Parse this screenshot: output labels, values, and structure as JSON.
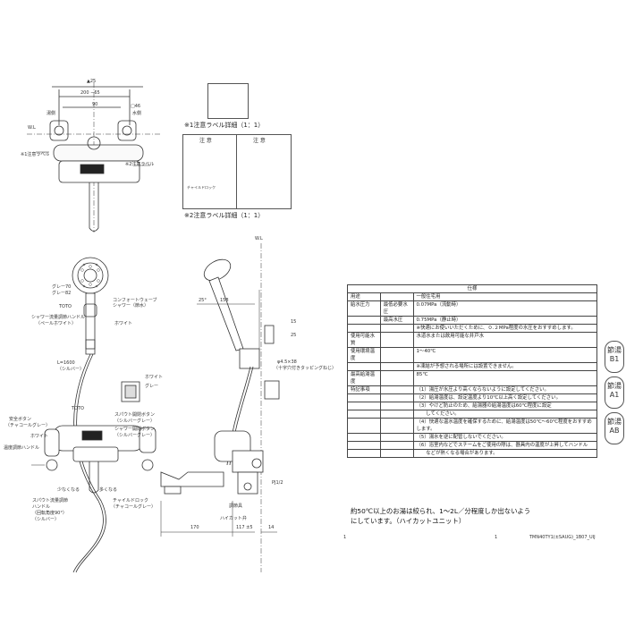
{
  "dims_top": {
    "d1": "▲25",
    "d2": "200 −65",
    "d3": "90",
    "d4": "□46",
    "wl": "W.L",
    "hot_side": "湯側",
    "cold_side": "水側",
    "label1": "※1注意ラベル",
    "label2": "※2注意ラベル"
  },
  "labels_section": {
    "title1": "※1注意ラベル詳細（1：1）",
    "title2": "※2注意ラベル詳細（1：1）",
    "caution_left": "注 意",
    "caution_right": "注 意",
    "child_lock": "チャイルドロック"
  },
  "shower_callouts": {
    "gray70": "グレー70",
    "gray82": "グレー82",
    "toto": "TOTO",
    "comfort": "コンフォートウェーブ",
    "shower_water": "シャワー（節水）",
    "flow_handle": "シャワー流量調節ハンドル",
    "pale_white": "（ペールホワイト）",
    "white": "ホワイト",
    "hose": "L=1600",
    "silver": "（シルバー）"
  },
  "side_dims": {
    "angle": "25°",
    "d158": "158",
    "d15": "15",
    "d25": "25",
    "screw": "φ4.5×38",
    "screw_note": "（十字穴付きタッピングねじ）",
    "wl": "W.L"
  },
  "color_chips": {
    "white": "ホワイト",
    "gray": "グレー"
  },
  "body_callouts": {
    "toto": "TOTO",
    "safety_button": "安全ボタン",
    "charcoal": "（チャコールグレー）",
    "white": "ホワイト",
    "temp_handle": "温度調節ハンドル",
    "less": "少なくなる",
    "more": "多くなる",
    "spout_btn": "スパウト開閉ボタン",
    "silver_gray": "（シルバーグレー）",
    "shower_btn": "シャワー開閉ボタン",
    "silver_gray2": "（シルバーグレー）",
    "spout_flow": "スパウト流量調節",
    "handle": "ハンドル",
    "rotation": "（回転角度90°）",
    "silver2": "（シルバー）",
    "child_lock": "チャイルドロック",
    "charcoal2": "（チャコールグレー）"
  },
  "bottom_dims": {
    "pj": "PJ1/2",
    "joint": "調節具",
    "hicut": "ハイカット弁",
    "d170": "170",
    "d117": "117 ±5",
    "d14": "14"
  },
  "spec_table": {
    "title": "仕様",
    "rows": [
      {
        "h1": "用途",
        "h2": "",
        "v": "一般住宅用"
      },
      {
        "h1": "給水圧力",
        "h2": "最低必要水圧",
        "v": "0.07MPa（流動時）"
      },
      {
        "h1": "",
        "h2": "最高水圧",
        "v": "0.75MPa（静止時）"
      },
      {
        "h1": "",
        "h2": "",
        "v": "※快適にお使いいただくために、０.２MPa程度の水圧をおすすめします。"
      },
      {
        "h1": "使用可能水質",
        "h2": "",
        "v": "水道水または飲用可能な井戸水"
      },
      {
        "h1": "使用環境温度",
        "h2": "",
        "v": "1～40℃"
      },
      {
        "h1": "",
        "h2": "",
        "v": "※凍結が予想される場所には設置できません。"
      },
      {
        "h1": "最高給湯温度",
        "h2": "",
        "v": "85℃"
      },
      {
        "h1": "特記事項",
        "h2": "",
        "v": "（1）湯圧が水圧より高くならないように設定してください。"
      },
      {
        "h1": "",
        "h2": "",
        "v": "（2）給湯温度は、設定温度より10℃以上高く設定してください。"
      },
      {
        "h1": "",
        "h2": "",
        "v": "（3）やけど防止のため、給湯器の給湯温度は60℃程度に設定"
      },
      {
        "h1": "",
        "h2": "",
        "v": "　　してください。"
      },
      {
        "h1": "",
        "h2": "",
        "v": "（4）快適な温水温度を確保するために、給湯温度は50℃～60℃程度をおすすめします。"
      },
      {
        "h1": "",
        "h2": "",
        "v": "（5）湯水を逆に配管しないでください。"
      },
      {
        "h1": "",
        "h2": "",
        "v": "（6）浴室内などでスチームをご使用の際は、器具内の温度が上昇してハンドル"
      },
      {
        "h1": "",
        "h2": "",
        "v": "　　などが熱くなる場合があります。"
      }
    ]
  },
  "bottom_note": {
    "line1": "約50℃以上のお湯は絞られ、1～2L／分程度しか出ないよう",
    "line2": "にしています。（ハイカットユニット）"
  },
  "badges": [
    {
      "line1": "節湯",
      "line2": "B1"
    },
    {
      "line1": "節湯",
      "line2": "A1"
    },
    {
      "line1": "節湯",
      "line2": "AB"
    }
  ],
  "footer": {
    "p1": "1",
    "p2": "1",
    "code": "TMN40TY1(±SAUG)_1B07_UIJ"
  }
}
